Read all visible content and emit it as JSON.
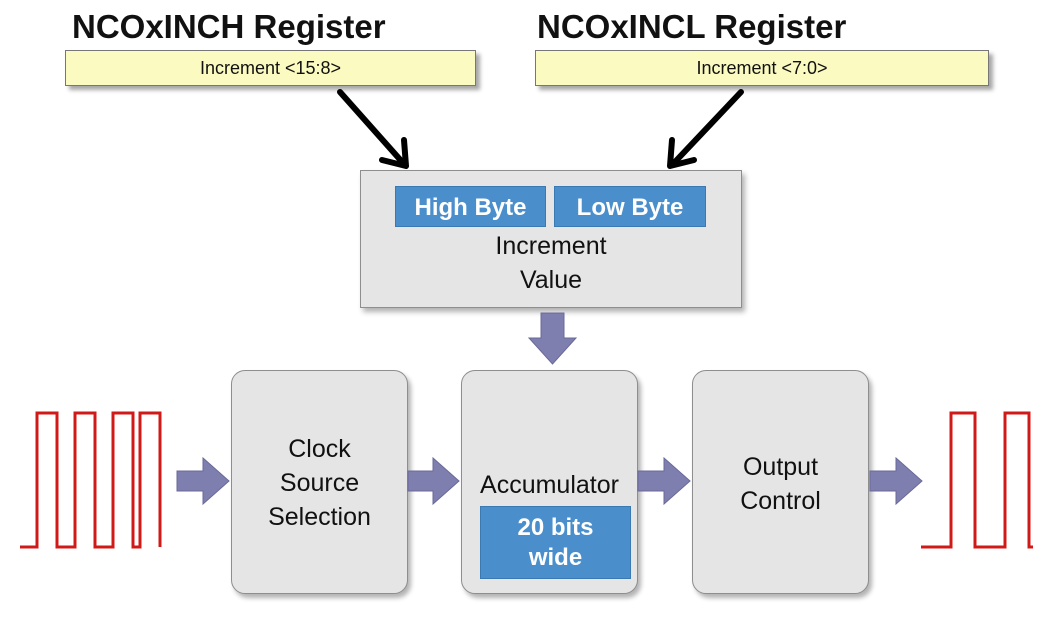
{
  "registers": {
    "high": {
      "title": "NCOxINCH Register",
      "field": "Increment <15:8>"
    },
    "low": {
      "title": "NCOxINCL Register",
      "field": "Increment <7:0>"
    }
  },
  "increment": {
    "high_byte": "High Byte",
    "low_byte": "Low Byte",
    "label_line1": "Increment",
    "label_line2": "Value"
  },
  "blocks": {
    "clock": {
      "line1": "Clock",
      "line2": "Source",
      "line3": "Selection"
    },
    "accumulator": {
      "label": "Accumulator",
      "width_line1": "20 bits",
      "width_line2": "wide"
    },
    "output": {
      "line1": "Output",
      "line2": "Control"
    }
  },
  "colors": {
    "register_fill": "#fbfac0",
    "block_fill": "#e5e5e5",
    "tag_fill": "#4a8fcc",
    "flow_arrow": "#7f7faf",
    "signal": "#d01a1a",
    "pointer_arrow": "#000000"
  }
}
